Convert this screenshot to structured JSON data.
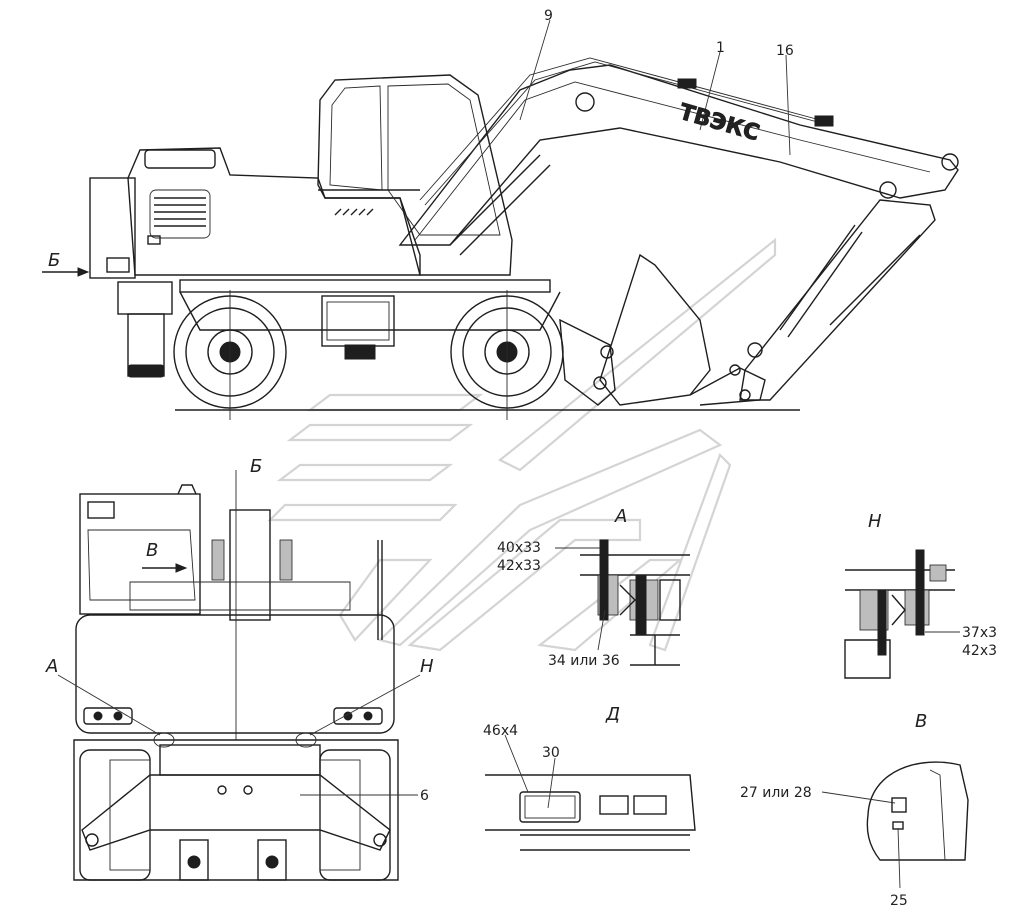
{
  "side_view": {
    "brand_on_boom": "ТВЭКС",
    "callouts": [
      "9",
      "1",
      "16"
    ],
    "direction_label": "Б"
  },
  "rear_view": {
    "title": "Б",
    "arrow_label": "В",
    "detail_a_tag": "А",
    "detail_n_tag": "Н",
    "callout_6": "6"
  },
  "detail_a": {
    "title": "А",
    "bolt_line1": "40х33",
    "bolt_line2": "42х33",
    "washer": "34 или 36"
  },
  "detail_n": {
    "title": "Н",
    "line1": "37х3",
    "line2": "42х3"
  },
  "detail_d": {
    "title": "Д",
    "label_46x4": "46х4",
    "label_30": "30"
  },
  "detail_v": {
    "title": "В",
    "label_27_28": "27 или 28",
    "label_25": "25"
  }
}
